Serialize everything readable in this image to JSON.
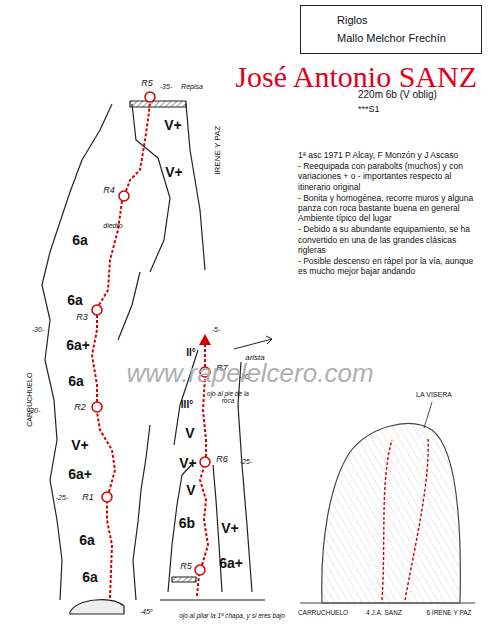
{
  "diagram": {
    "title": "José Antonio SANZ",
    "nodes": [
      {
        "text": [
          "Riglos",
          "Mallo Melchor Frechín"
        ]
      }
    ],
    "labels": [
      "220m 6b (V oblig)",
      "***S1",
      "1ª asc 1971 P Alcay, F Monzón y J Ascaso",
      "- Reequipada con parabolts (muchos) y con variaciones + o - importantes respecto al itinerario original",
      "- Bonita y homogénea, recorre muros y alguna panza con roca bastante buena en general Ambiente típico del lugar",
      "- Debido a su abundante equipamiento, se ha convertido en una de las grandes clásicas rigleras",
      "- Posible descenso en rápel por la vía, aunque es mucho mejor bajar andando",
      "R5",
      "-35-",
      "Repisa",
      "V+",
      "V+",
      "R4",
      "diedro",
      "IRENE Y PAZ",
      "6a",
      "6a",
      "R3",
      "-30-",
      "6a+",
      "6a",
      "-30-",
      "R2",
      "V+",
      "6a+",
      "-25-",
      "R1",
      "6a",
      "6a",
      "CARRUCHUELO",
      "-45º",
      "II°",
      "-5-",
      "arista",
      "R7",
      "-30-",
      "ojo al pie de la roca",
      "III°",
      "V",
      "V+",
      "R6",
      "-25-",
      "V",
      "6b",
      "V+",
      "6a+",
      "R5",
      "ojo al pilar la 1ª chapa, y si eres bajo",
      "LA VISERA",
      "CARRUCHUELO",
      "4 J.A. SANZ",
      "6 IRENE Y PAZ",
      "www.rapelelcero.com"
    ]
  }
}
